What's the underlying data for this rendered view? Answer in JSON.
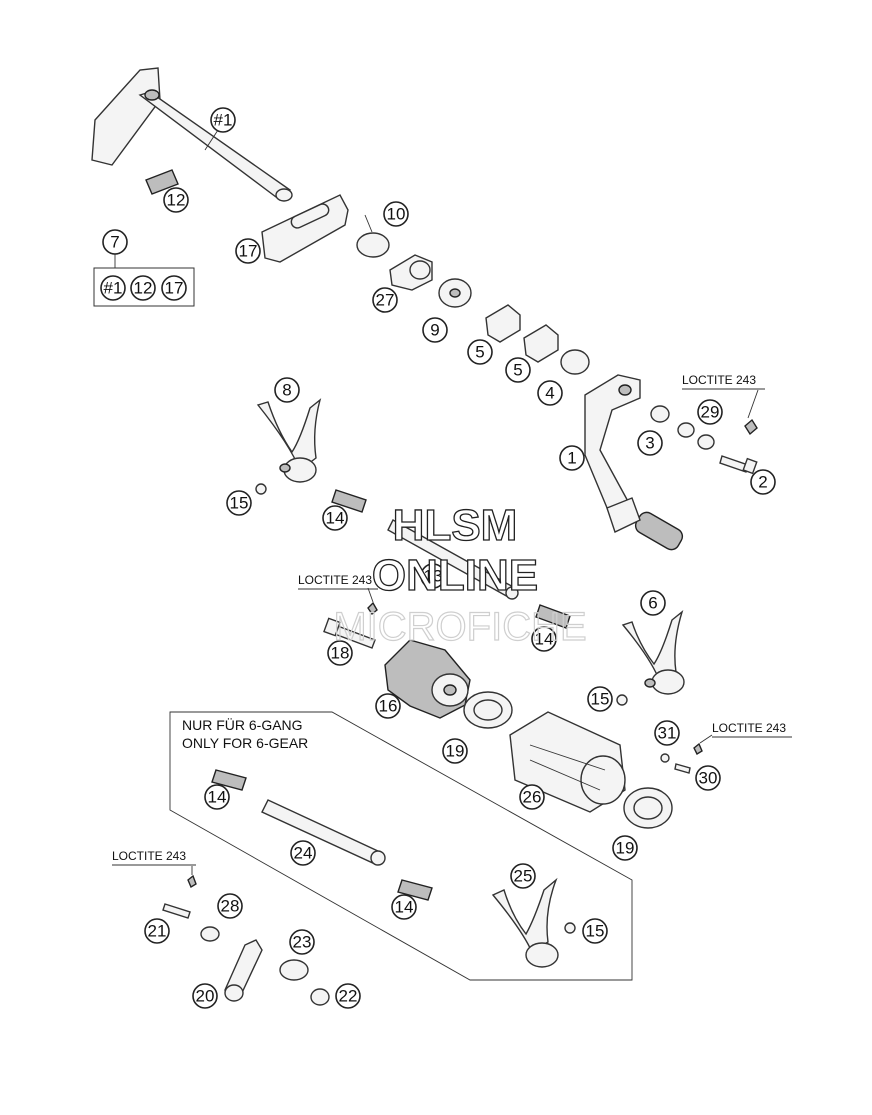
{
  "callouts": {
    "c1": "#1",
    "c12a": "12",
    "c10": "10",
    "c17a": "17",
    "c7": "7",
    "kit1": "#1",
    "kit12": "12",
    "kit17": "17",
    "c27": "27",
    "c9": "9",
    "c5a": "5",
    "c5b": "5",
    "c4": "4",
    "c8": "8",
    "c1b": "1",
    "c3": "3",
    "c29": "29",
    "c2": "2",
    "c15a": "15",
    "c14a": "14",
    "c13": "13",
    "c18": "18",
    "c14b": "14",
    "c6": "6",
    "c16": "16",
    "c15b": "15",
    "c19a": "19",
    "c31": "31",
    "c30": "30",
    "c26": "26",
    "c19b": "19",
    "c14c": "14",
    "c24": "24",
    "c14d": "14",
    "c25": "25",
    "c21": "21",
    "c28": "28",
    "c15c": "15",
    "c23": "23",
    "c20": "20",
    "c22": "22"
  },
  "notes": {
    "loctite1": "LOCTITE 243",
    "loctite2": "LOCTITE 243",
    "loctite3": "LOCTITE 243",
    "loctite4": "LOCTITE 243",
    "gang_de": "NUR FÜR 6-GANG",
    "gang_en": "ONLY FOR 6-GEAR"
  },
  "watermark": {
    "line1": "HLSM",
    "line2": "ONLINE",
    "line3": "MICROFICHE"
  }
}
